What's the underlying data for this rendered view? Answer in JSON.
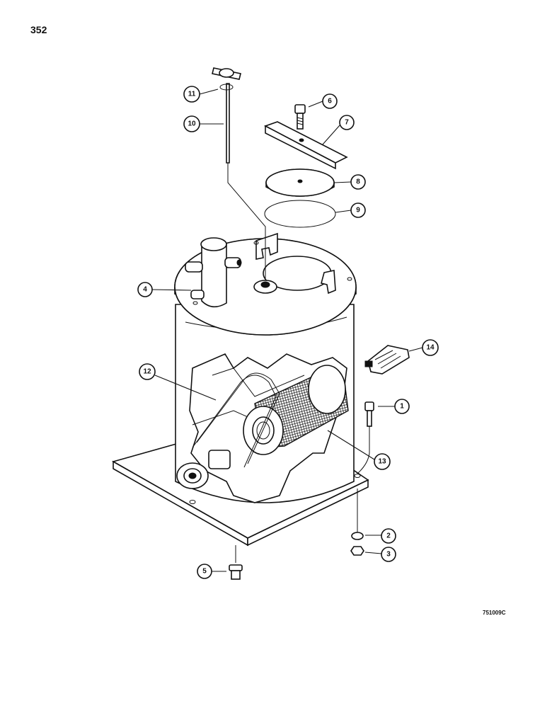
{
  "page": {
    "number": "352",
    "drawing_code": "751009C"
  },
  "callouts": [
    {
      "id": "c1",
      "label": "1"
    },
    {
      "id": "c2",
      "label": "2"
    },
    {
      "id": "c3",
      "label": "3"
    },
    {
      "id": "c4",
      "label": "4"
    },
    {
      "id": "c5",
      "label": "5"
    },
    {
      "id": "c6",
      "label": "6"
    },
    {
      "id": "c7",
      "label": "7"
    },
    {
      "id": "c8",
      "label": "8"
    },
    {
      "id": "c9",
      "label": "9"
    },
    {
      "id": "c10",
      "label": "10"
    },
    {
      "id": "c11",
      "label": "11"
    },
    {
      "id": "c12",
      "label": "12"
    },
    {
      "id": "c13",
      "label": "13"
    },
    {
      "id": "c14",
      "label": "14"
    }
  ]
}
